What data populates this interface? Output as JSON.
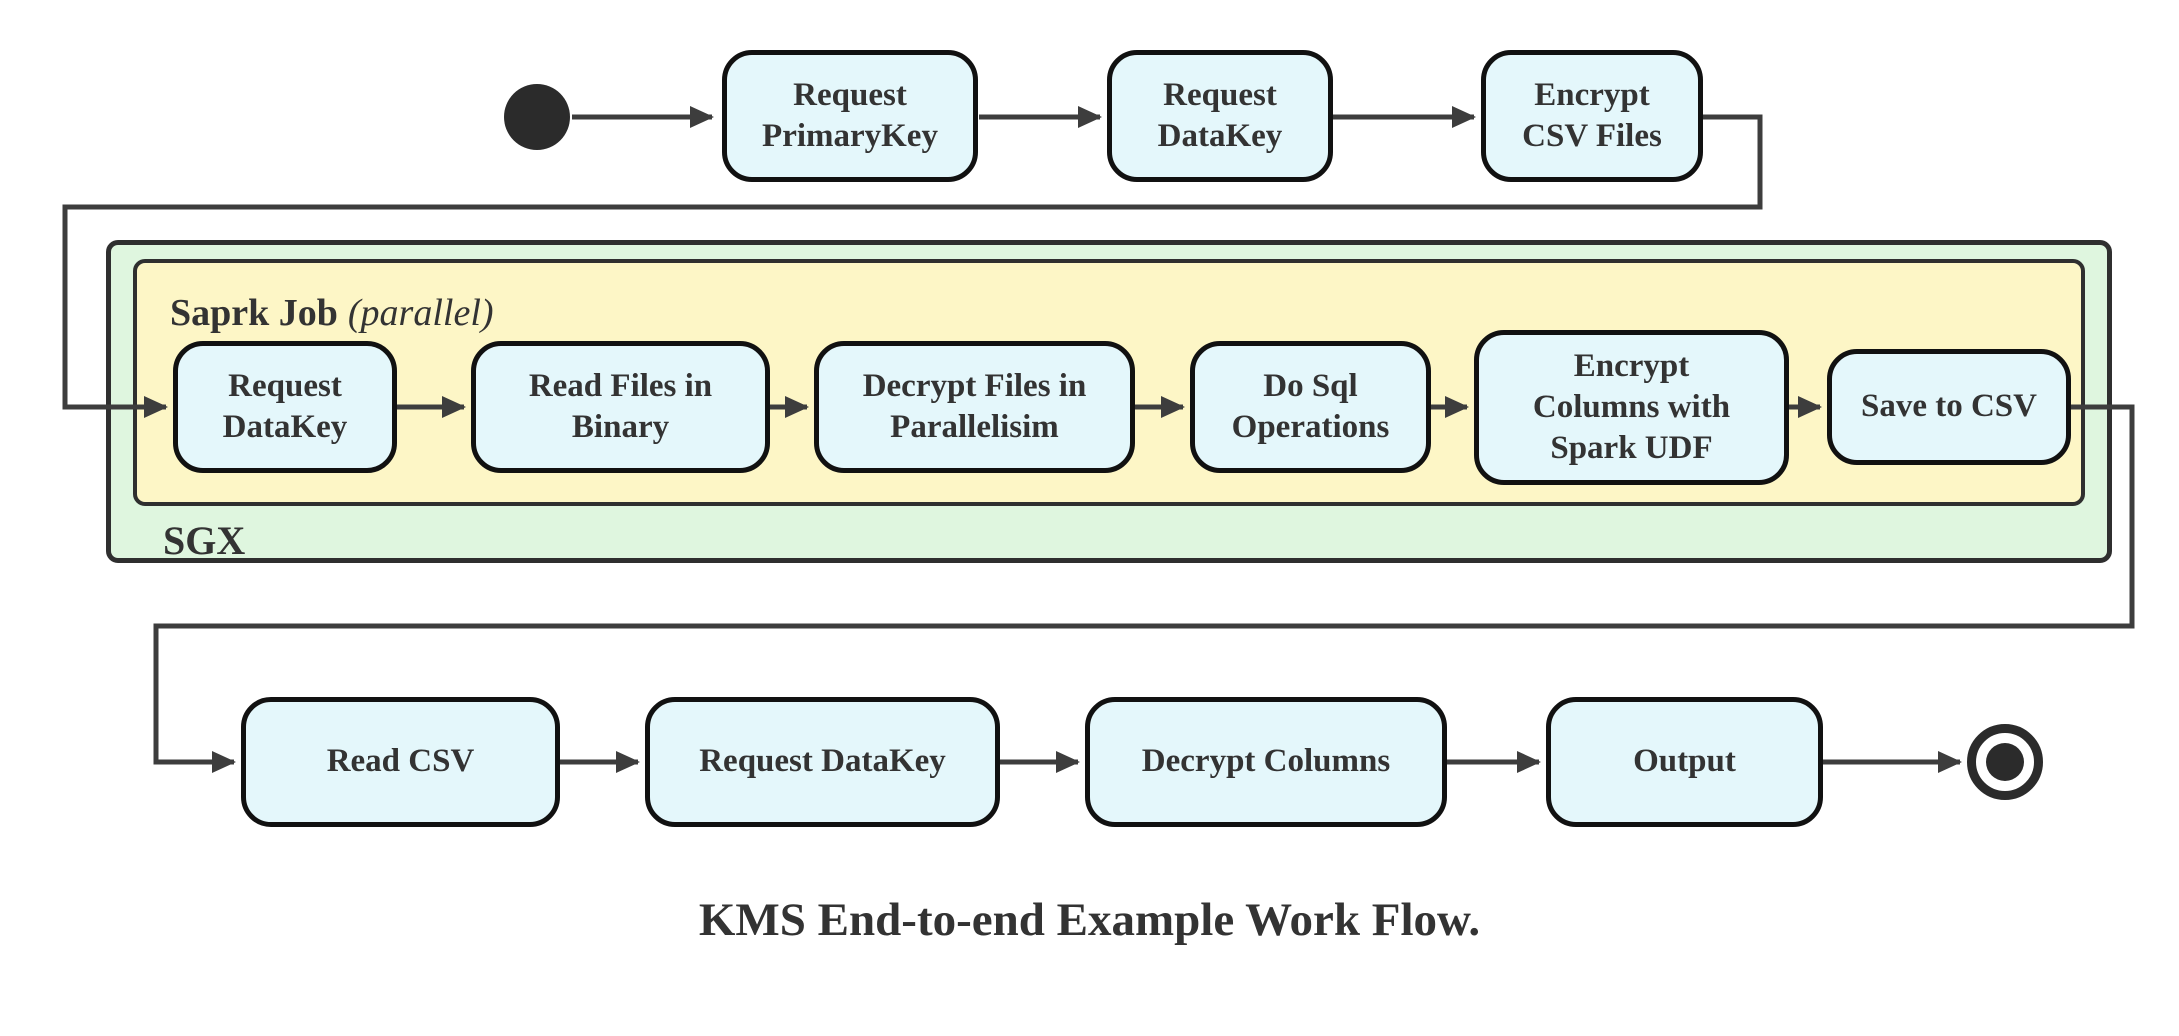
{
  "diagram": {
    "caption": "KMS End-to-end Example Work Flow.",
    "top_row": {
      "nodes": [
        {
          "label": "Request\nPrimaryKey"
        },
        {
          "label": "Request\nDataKey"
        },
        {
          "label": "Encrypt\nCSV Files"
        }
      ]
    },
    "sgx_container": {
      "label": "SGX"
    },
    "spark_container": {
      "title": "Saprk Job",
      "qualifier": "(parallel)"
    },
    "spark_row": {
      "nodes": [
        {
          "label": "Request\nDataKey"
        },
        {
          "label": "Read Files in\nBinary"
        },
        {
          "label": "Decrypt Files in\nParallelisim"
        },
        {
          "label": "Do Sql\nOperations"
        },
        {
          "label": "Encrypt\nColumns with\nSpark UDF"
        },
        {
          "label": "Save to CSV"
        }
      ]
    },
    "bottom_row": {
      "nodes": [
        {
          "label": "Read CSV"
        },
        {
          "label": "Request DataKey"
        },
        {
          "label": "Decrypt Columns"
        },
        {
          "label": "Output"
        }
      ]
    },
    "colors": {
      "node_fill": "#e4f7fb",
      "node_border": "#111111",
      "spark_container_fill": "#fdf6c6",
      "sgx_container_fill": "#dff6df",
      "container_border": "#2f2f2f",
      "connector": "#3d3d3d",
      "text": "#333333",
      "start_end_marker": "#2b2b2b"
    }
  }
}
